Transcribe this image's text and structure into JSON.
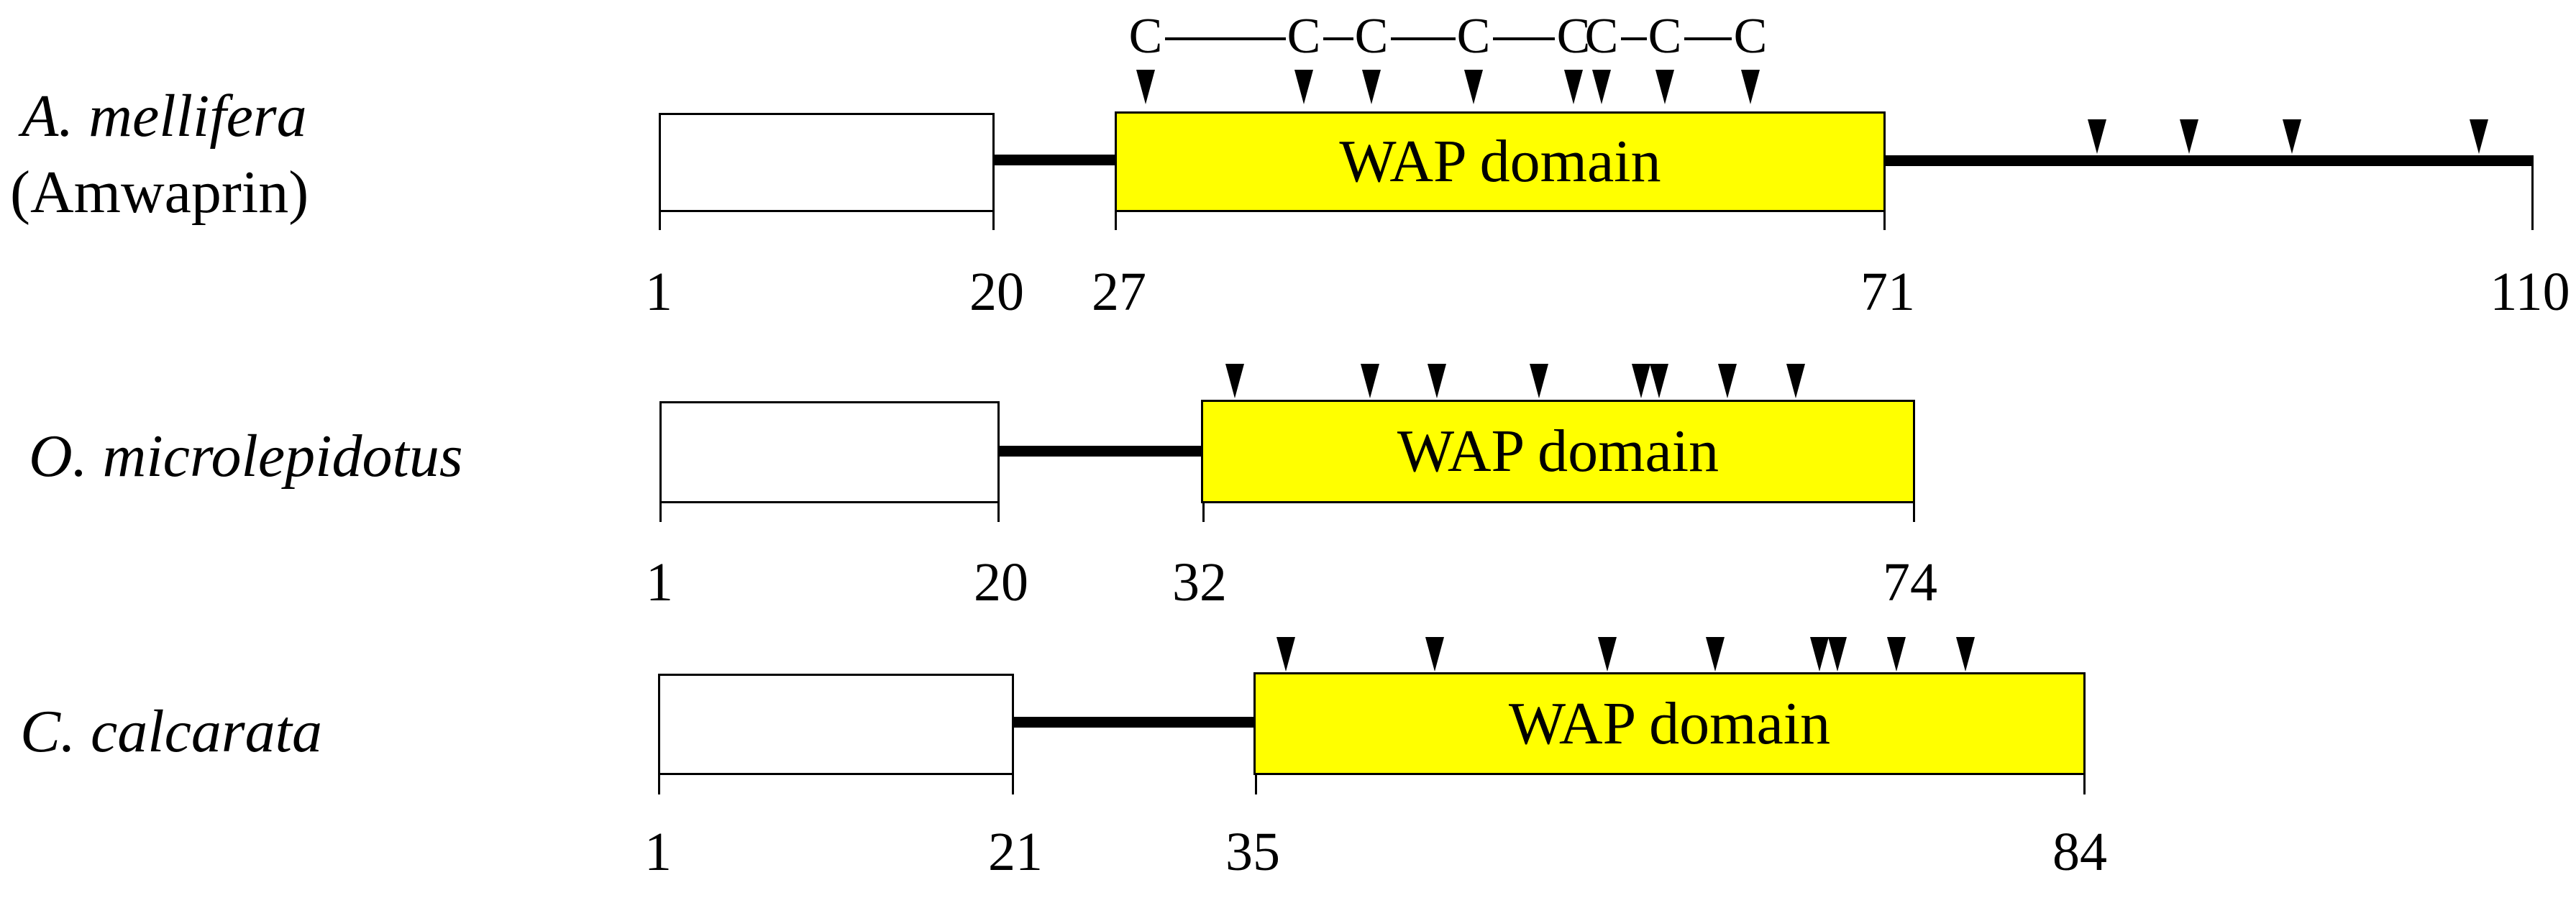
{
  "figure": {
    "type": "protein-domain-schematic",
    "background_color": "#ffffff",
    "domain_fill_color": "#ffff00",
    "line_color": "#000000",
    "rows": [
      {
        "species_line1": "A. mellifera",
        "species_line2": "(Amwaprin)",
        "domain_label": "WAP domain",
        "positions": [
          "1",
          "20",
          "27",
          "71",
          "110"
        ],
        "cysteines": [
          "C",
          "C",
          "C",
          "C",
          "C",
          "C",
          "C",
          "C"
        ],
        "arrow_count_domain": 8,
        "arrow_count_tail": 4
      },
      {
        "species_line1": "O. microlepidotus",
        "domain_label": "WAP domain",
        "positions": [
          "1",
          "20",
          "32",
          "74"
        ],
        "arrow_count_domain": 8
      },
      {
        "species_line1": "C. calcarata",
        "domain_label": "WAP domain",
        "positions": [
          "1",
          "21",
          "35",
          "84"
        ],
        "arrow_count_domain": 8
      }
    ]
  }
}
